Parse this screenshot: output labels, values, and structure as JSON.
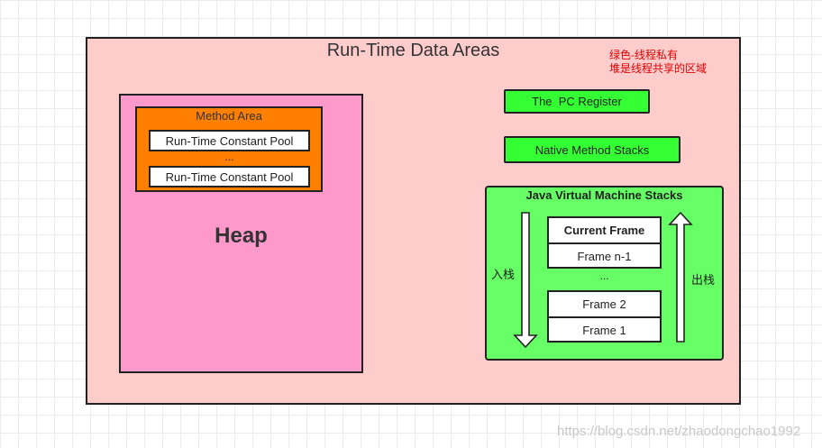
{
  "title": "Run-Time Data Areas",
  "note": {
    "line1": "绿色-线程私有",
    "line2": "堆是线程共享的区域"
  },
  "heap": {
    "label": "Heap",
    "method_area": {
      "label": "Method Area",
      "pools": [
        "Run-Time Constant Pool",
        "Run-Time Constant Pool"
      ],
      "ellipsis": "..."
    }
  },
  "pc_register": "The  PC Register",
  "native_method_stacks": "Native Method Stacks",
  "jvm_stacks": {
    "label": "Java Virtual Machine Stacks",
    "frames": [
      "Current Frame",
      "Frame n-1",
      "Frame 2",
      "Frame 1"
    ],
    "ellipsis": "...",
    "push_label": "入栈",
    "pop_label": "出栈"
  },
  "watermark": "https://blog.csdn.net/zhaodongchao1992",
  "colors": {
    "runtime_bg": "#ffcccc",
    "heap_bg": "#ff99cc",
    "method_area_bg": "#ff7f00",
    "thread_private_green": "#33ff33",
    "jvm_stacks_bg": "#66ff66",
    "note_text": "#e00000"
  }
}
